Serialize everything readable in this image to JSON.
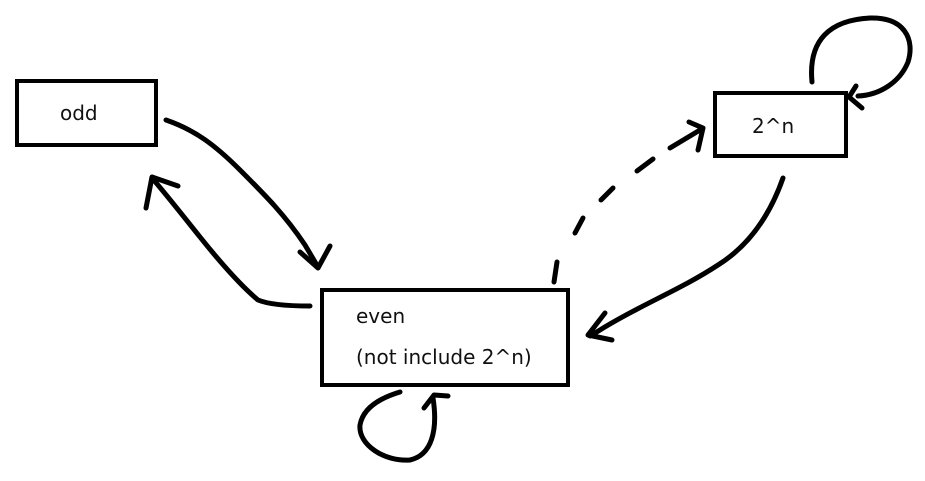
{
  "diagram": {
    "nodes": {
      "odd": {
        "label": "odd"
      },
      "pow2": {
        "label": "2^n"
      },
      "even": {
        "label": "even",
        "sublabel": "(not include 2^n)"
      }
    },
    "edges": [
      {
        "from": "odd",
        "to": "even",
        "style": "solid"
      },
      {
        "from": "even",
        "to": "odd",
        "style": "solid"
      },
      {
        "from": "even",
        "to": "pow2",
        "style": "dashed"
      },
      {
        "from": "pow2",
        "to": "even",
        "style": "solid"
      },
      {
        "from": "pow2",
        "to": "pow2",
        "style": "solid"
      },
      {
        "from": "even",
        "to": "even",
        "style": "solid"
      }
    ]
  }
}
